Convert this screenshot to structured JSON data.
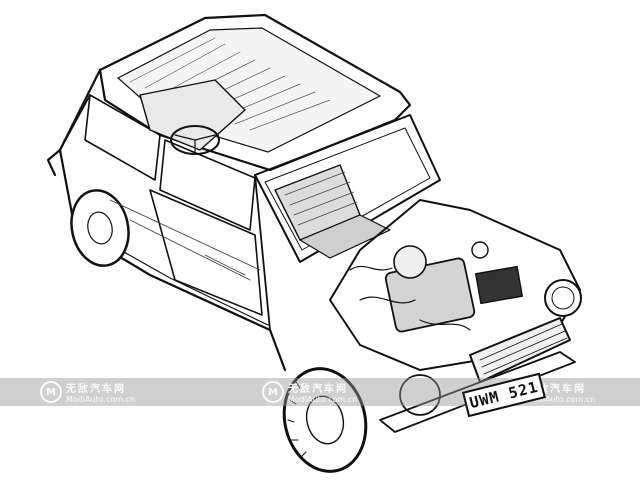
{
  "image": {
    "subject": "mini-car-cutaway",
    "style": "black-and-white line art",
    "background": "#ffffff"
  },
  "license_plate": {
    "text": "UWM 521"
  },
  "watermark": {
    "logo_text": "M",
    "brand_cn": "无敌汽车网",
    "url": "ModiAuto.com.cn",
    "band_color": "#9a9a9a"
  }
}
